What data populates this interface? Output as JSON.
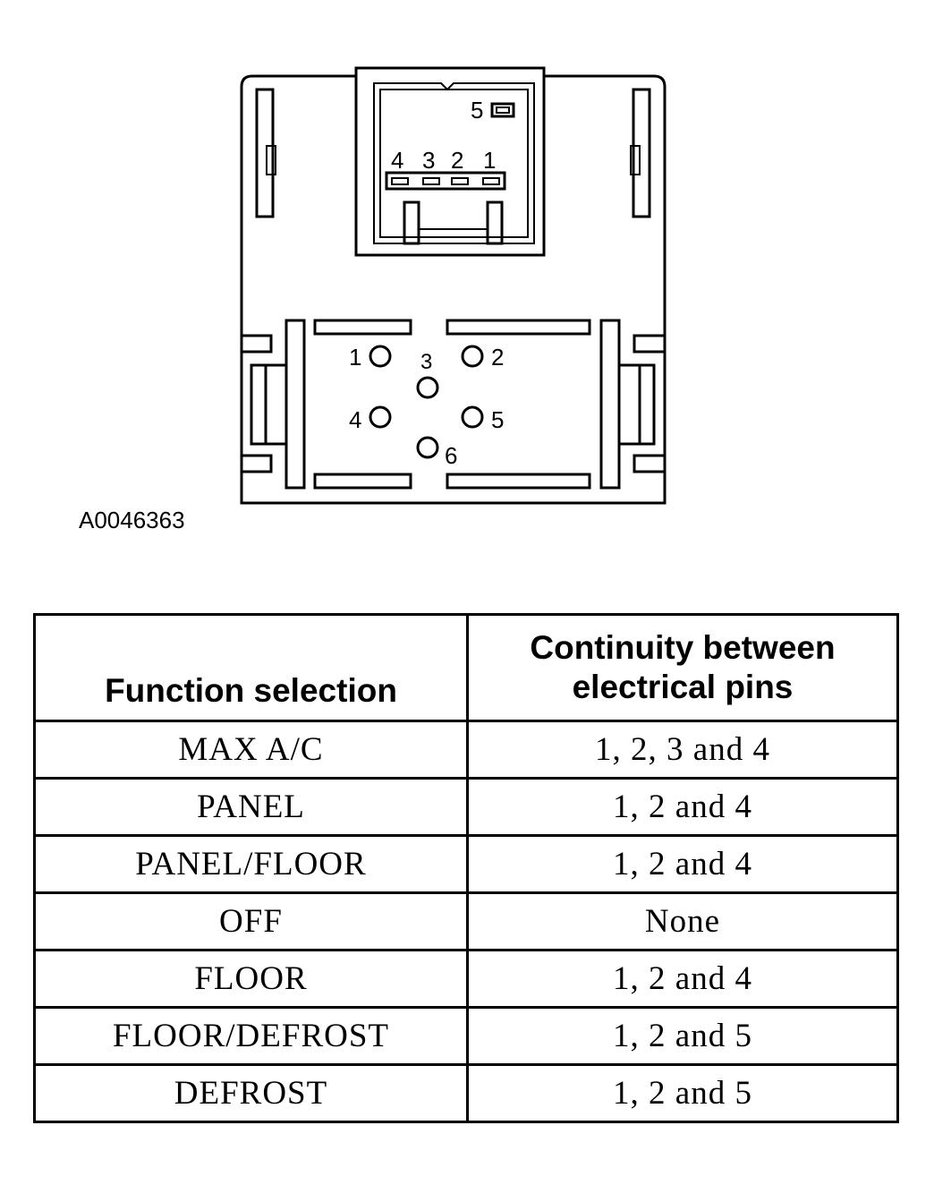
{
  "connector": {
    "top_pin_labels": [
      "4",
      "3",
      "2",
      "1"
    ],
    "top_pin_5_label": "5",
    "bottom_pin_labels": {
      "p1": "1",
      "p2": "2",
      "p3": "3",
      "p4": "4",
      "p5": "5",
      "p6": "6"
    }
  },
  "figure_id": "A0046363",
  "table": {
    "headers": [
      "Function selection",
      "Continuity between electrical pins"
    ],
    "rows": [
      {
        "function": "MAX A/C",
        "continuity": "1, 2, 3 and 4"
      },
      {
        "function": "PANEL",
        "continuity": "1, 2 and 4"
      },
      {
        "function": "PANEL/FLOOR",
        "continuity": "1, 2 and 4"
      },
      {
        "function": "OFF",
        "continuity": "None"
      },
      {
        "function": "FLOOR",
        "continuity": "1, 2 and 4"
      },
      {
        "function": "FLOOR/DEFROST",
        "continuity": "1, 2 and 5"
      },
      {
        "function": "DEFROST",
        "continuity": "1, 2 and 5"
      }
    ]
  }
}
